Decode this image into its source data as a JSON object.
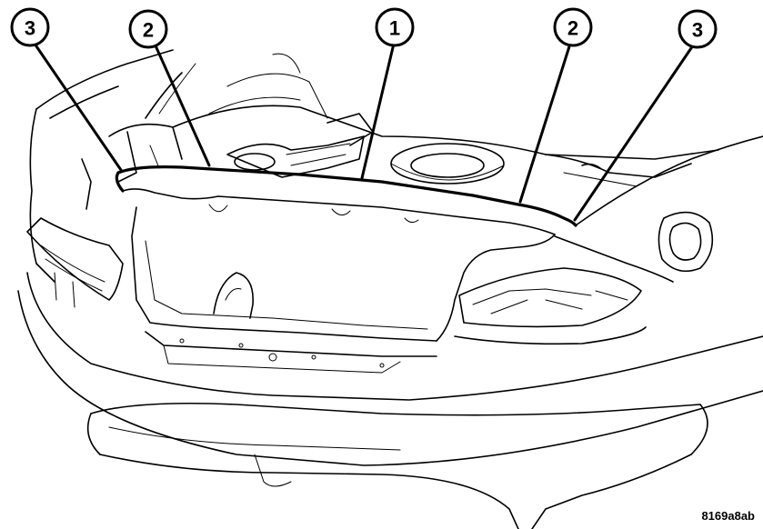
{
  "figure": {
    "id": "8169a8ab"
  },
  "callouts": [
    {
      "number": "3"
    },
    {
      "number": "2"
    },
    {
      "number": "1"
    },
    {
      "number": "2"
    },
    {
      "number": "3"
    }
  ]
}
